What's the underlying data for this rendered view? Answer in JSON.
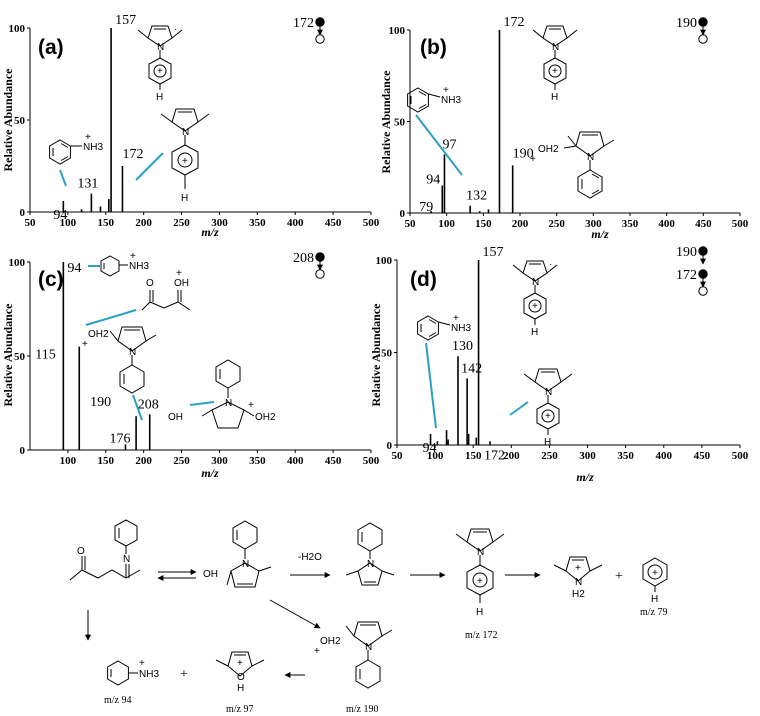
{
  "chart_data": [
    {
      "panel": "(a)",
      "type": "bar",
      "xlabel": "m/z",
      "ylabel": "Relative Abundance",
      "xlim": [
        50,
        500
      ],
      "ylim": [
        0,
        100
      ],
      "xticks": [
        "50",
        "100",
        "150",
        "200",
        "250",
        "300",
        "350",
        "400",
        "450",
        "500"
      ],
      "yticks": [
        "0",
        "50",
        "100"
      ],
      "precursor": [
        "172"
      ],
      "peaks": [
        {
          "mz": 94,
          "y": 6,
          "label": "94"
        },
        {
          "mz": 118,
          "y": 1.5,
          "label": ""
        },
        {
          "mz": 131,
          "y": 10,
          "label": "131"
        },
        {
          "mz": 143,
          "y": 3,
          "label": ""
        },
        {
          "mz": 154,
          "y": 7,
          "label": ""
        },
        {
          "mz": 157,
          "y": 100,
          "label": "157"
        },
        {
          "mz": 172,
          "y": 25,
          "label": "172"
        }
      ]
    },
    {
      "panel": "(b)",
      "type": "bar",
      "xlabel": "m/z",
      "ylabel": "Relative Abundance",
      "xlim": [
        50,
        500
      ],
      "ylim": [
        0,
        100
      ],
      "xticks": [
        "50",
        "100",
        "150",
        "200",
        "250",
        "300",
        "350",
        "400",
        "450",
        "500"
      ],
      "yticks": [
        "0",
        "50",
        "100"
      ],
      "precursor": [
        "190"
      ],
      "peaks": [
        {
          "mz": 79,
          "y": 1,
          "label": "79"
        },
        {
          "mz": 94,
          "y": 15,
          "label": "94"
        },
        {
          "mz": 97,
          "y": 32,
          "label": "97"
        },
        {
          "mz": 132,
          "y": 4,
          "label": "132"
        },
        {
          "mz": 145,
          "y": 1,
          "label": ""
        },
        {
          "mz": 157,
          "y": 2,
          "label": ""
        },
        {
          "mz": 172,
          "y": 100,
          "label": "172"
        },
        {
          "mz": 190,
          "y": 26,
          "label": "190"
        }
      ]
    },
    {
      "panel": "(c)",
      "type": "bar",
      "xlabel": "m/z",
      "ylabel": "Relative Abundance",
      "xlim": [
        50,
        500
      ],
      "ylim": [
        0,
        100
      ],
      "xticks": [
        "100",
        "150",
        "200",
        "250",
        "300",
        "350",
        "400",
        "450",
        "500"
      ],
      "yticks": [
        "0",
        "50",
        "100"
      ],
      "precursor": [
        "208"
      ],
      "peaks": [
        {
          "mz": 94,
          "y": 100,
          "label": "94"
        },
        {
          "mz": 115,
          "y": 55,
          "label": "115"
        },
        {
          "mz": 176,
          "y": 3,
          "label": "176"
        },
        {
          "mz": 190,
          "y": 18,
          "label": "190"
        },
        {
          "mz": 208,
          "y": 19,
          "label": "208"
        }
      ]
    },
    {
      "panel": "(d)",
      "type": "bar",
      "xlabel": "m/z",
      "ylabel": "Relative Abundance",
      "xlim": [
        50,
        500
      ],
      "ylim": [
        0,
        100
      ],
      "xticks": [
        "50",
        "100",
        "150",
        "200",
        "250",
        "300",
        "350",
        "400",
        "450",
        "500"
      ],
      "yticks": [
        "0",
        "50",
        "100"
      ],
      "precursor": [
        "190",
        "172"
      ],
      "peaks": [
        {
          "mz": 94,
          "y": 6,
          "label": "94"
        },
        {
          "mz": 103,
          "y": 2,
          "label": ""
        },
        {
          "mz": 115,
          "y": 8,
          "label": ""
        },
        {
          "mz": 117,
          "y": 3,
          "label": ""
        },
        {
          "mz": 130,
          "y": 48,
          "label": "130"
        },
        {
          "mz": 142,
          "y": 36,
          "label": "142"
        },
        {
          "mz": 144,
          "y": 6,
          "label": ""
        },
        {
          "mz": 154,
          "y": 4,
          "label": ""
        },
        {
          "mz": 157,
          "y": 100,
          "label": "157"
        },
        {
          "mz": 172,
          "y": 2,
          "label": "172"
        }
      ]
    }
  ],
  "scheme": {
    "dehydration_label": "-H2O",
    "captions": [
      "m/z 172",
      "m/z 79",
      "m/z 94",
      "m/z 97",
      "m/z 190"
    ],
    "plus": [
      "+",
      "+"
    ]
  },
  "chem": {
    "nh3": "NH3",
    "oh2": "OH2",
    "oh": "OH",
    "o": "O",
    "n": "N",
    "h": "H",
    "h2": "H2",
    "plus": "+",
    "dot": "·"
  },
  "colors": {
    "connector": "#2aa1c3",
    "axis": "#000000",
    "background": "#ffffff"
  }
}
